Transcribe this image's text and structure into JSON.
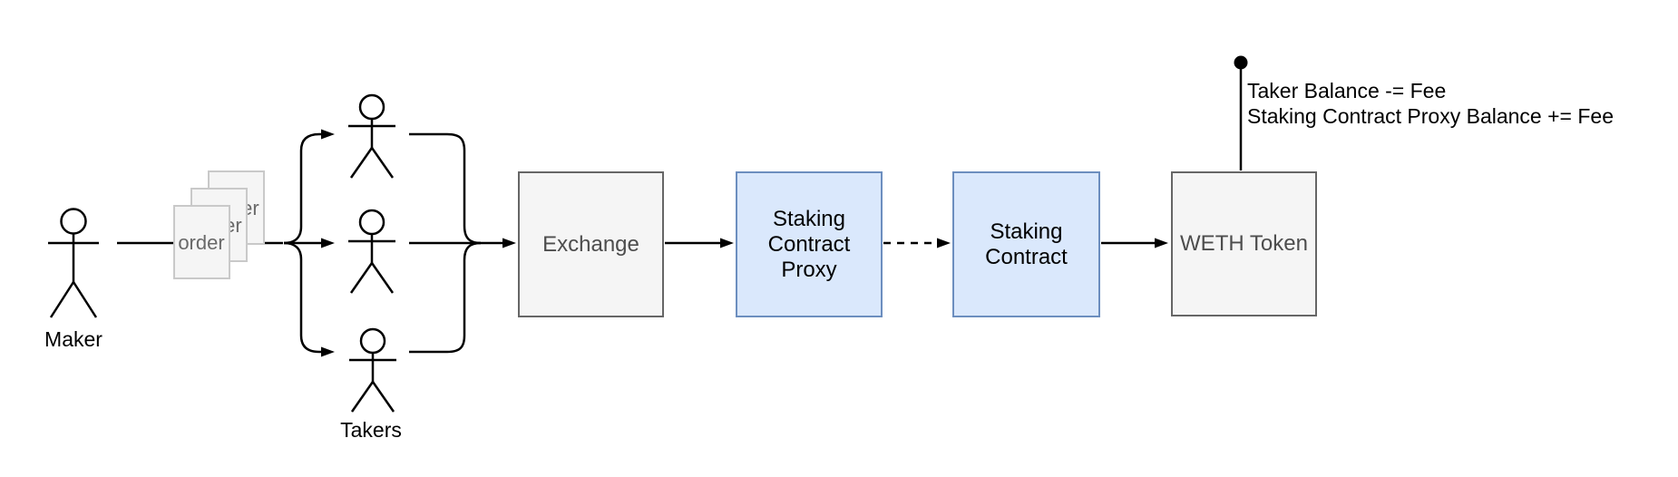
{
  "diagram": {
    "actors": {
      "maker": {
        "label": "Maker"
      },
      "takers": {
        "label": "Takers",
        "count": 3
      }
    },
    "order_stack": {
      "labels": [
        "order",
        "order",
        "order"
      ]
    },
    "nodes": {
      "exchange": {
        "label": "Exchange"
      },
      "staking_contract_proxy": {
        "label": "Staking\nContract\nProxy"
      },
      "staking_contract": {
        "label": "Staking\nContract"
      },
      "weth_token": {
        "label": "WETH Token"
      }
    },
    "annotation": {
      "text": "Taker Balance -= Fee\nStaking Contract Proxy Balance += Fee"
    },
    "colors": {
      "contract_fill": "#dae8fc",
      "contract_border": "#6c8ebf",
      "plain_fill": "#f5f5f5",
      "plain_border": "#666666",
      "plain_text": "#4d4d4d",
      "doc_fill": "#f5f5f5",
      "doc_border": "#c9c9c9",
      "doc_text": "#696969",
      "line": "#000000"
    }
  }
}
